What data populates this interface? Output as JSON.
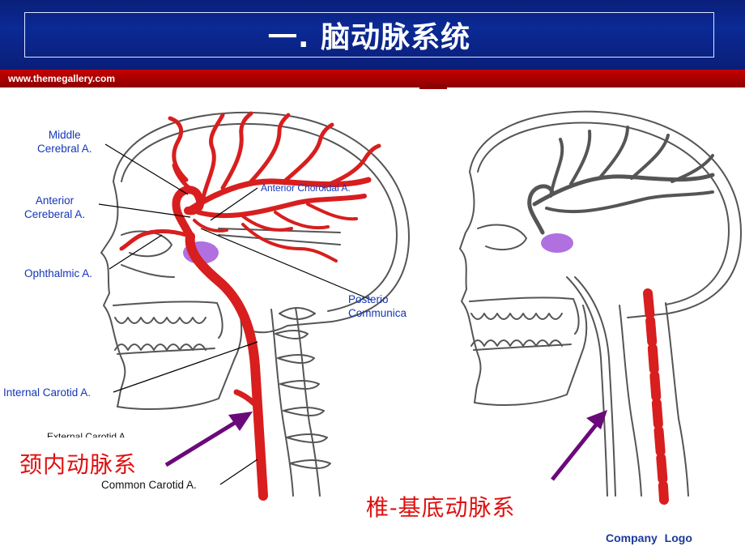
{
  "header": {
    "title": "一. 脑动脉系统",
    "website": "www.themegallery.com"
  },
  "left_diagram": {
    "labels": {
      "middle_cerebral": "Middle\nCerebral A.",
      "anterior_choroidal": "Anterior Choroidal A.",
      "anterior_cerebral": "Anterior\nCereberal A.",
      "ophthalmic": "Ophthalmic A.",
      "posterior_communicating": "Posterio\nCommunica",
      "internal_carotid": "Internal Carotid A.",
      "external_carotid": "External Carotid A.",
      "common_carotid": "Common Carotid A."
    },
    "caption": "颈内动脉系"
  },
  "right_diagram": {
    "caption": "椎-基底动脉系"
  },
  "footer": {
    "company_logo": "Company Logo"
  },
  "colors": {
    "header_blue": "#0b2a95",
    "band_red": "#b00000",
    "artery_red": "#d81e1e",
    "label_blue": "#1436b8",
    "caption_red": "#e01010",
    "arrow_purple": "#6a0a7a",
    "highlight_violet": "#b070e0"
  }
}
